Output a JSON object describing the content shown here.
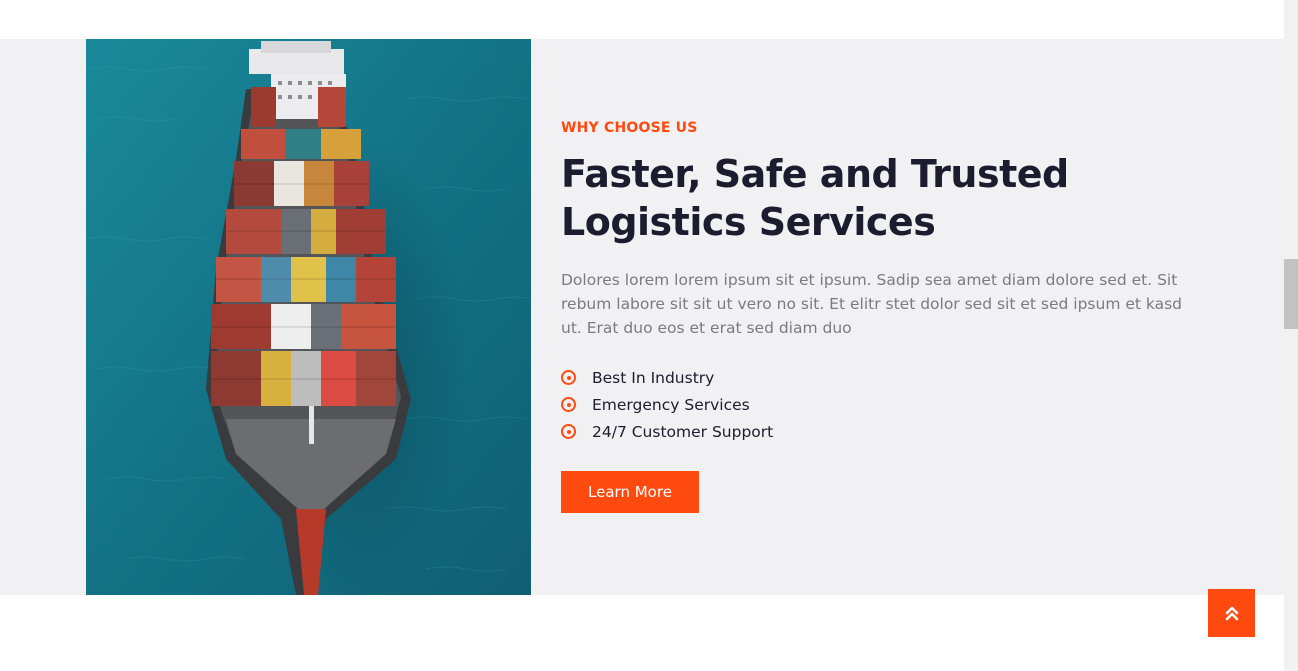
{
  "section": {
    "eyebrow": "WHY CHOOSE US",
    "title": "Faster, Safe and Trusted Logistics Services",
    "description": "Dolores lorem lorem ipsum sit et ipsum. Sadip sea amet diam dolore sed et. Sit rebum labore sit sit ut vero no sit. Et elitr stet dolor sed sit et sed ipsum et kasd ut. Erat duo eos et erat sed diam duo",
    "features": [
      {
        "label": "Best In Industry"
      },
      {
        "label": "Emergency Services"
      },
      {
        "label": "24/7 Customer Support"
      }
    ],
    "cta_label": "Learn More"
  },
  "icons": {
    "feature_bullet": "circle-dot-icon",
    "back_to_top": "double-chevron-up-icon"
  },
  "colors": {
    "accent": "#ff4a0f",
    "heading": "#1d1b2e",
    "body_text": "#7a7a80",
    "section_bg": "#f1f1f3",
    "sea": "#14798a"
  }
}
